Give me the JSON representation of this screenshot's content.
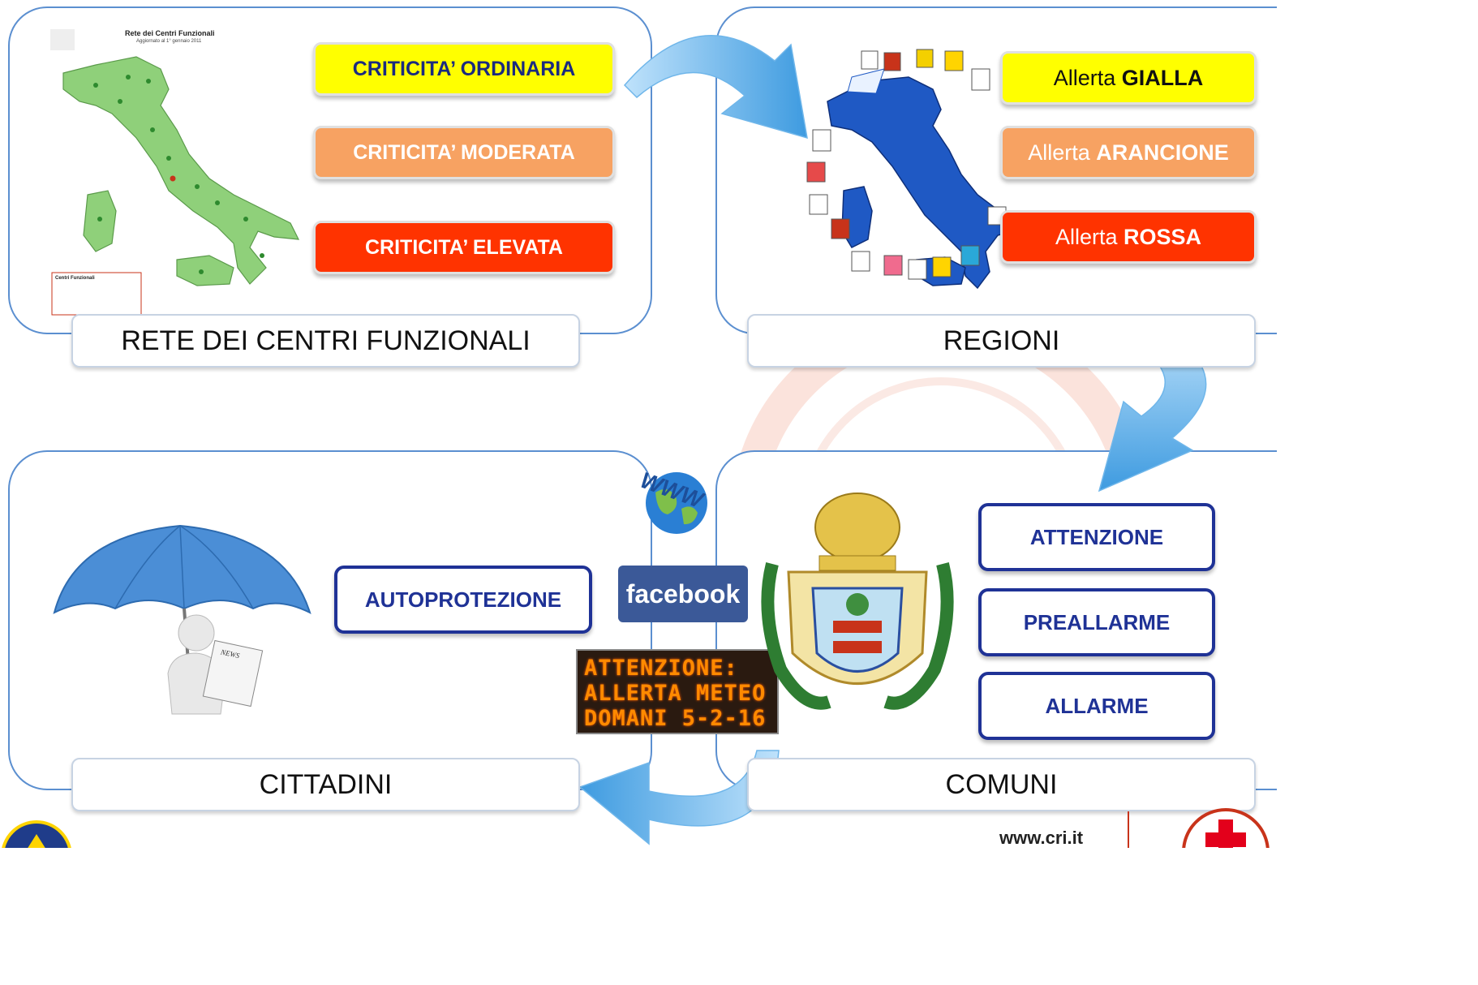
{
  "captions": {
    "rete": "RETE DEI CENTRI FUNZIONALI",
    "regioni": "REGIONI",
    "cittadini": "CITTADINI",
    "comuni": "COMUNI"
  },
  "criticita": {
    "ordinaria": "CRITICITA’ ORDINARIA",
    "moderata": "CRITICITA’ MODERATA",
    "elevata": "CRITICITA’ ELEVATA"
  },
  "allerta": {
    "prefix": "Allerta",
    "gialla": "GIALLA",
    "arancione": "ARANCIONE",
    "rossa": "ROSSA"
  },
  "cittadini": {
    "action": "AUTOPROTEZIONE"
  },
  "comuni": {
    "levels": [
      "ATTENZIONE",
      "PREALLARME",
      "ALLARME"
    ]
  },
  "channels": {
    "facebook": "facebook",
    "www": "WWW",
    "led": [
      "ATTENZIONE:",
      "ALLERTA METEO",
      "DOMANI 5-2-16"
    ],
    "newspaper": "NEWS"
  },
  "map": {
    "title": "Rete dei Centri Funzionali",
    "subtitle": "Aggiornato al 1° gennaio 2011",
    "legend_title": "Centri Funzionali"
  },
  "footer": {
    "url": "www.cri.it"
  },
  "colors": {
    "yellow": "#ffff00",
    "orange": "#f7a262",
    "red": "#ff3300",
    "navy": "#1f3296",
    "frame": "#5b8fd0",
    "arrow": "#4aa3e6"
  }
}
